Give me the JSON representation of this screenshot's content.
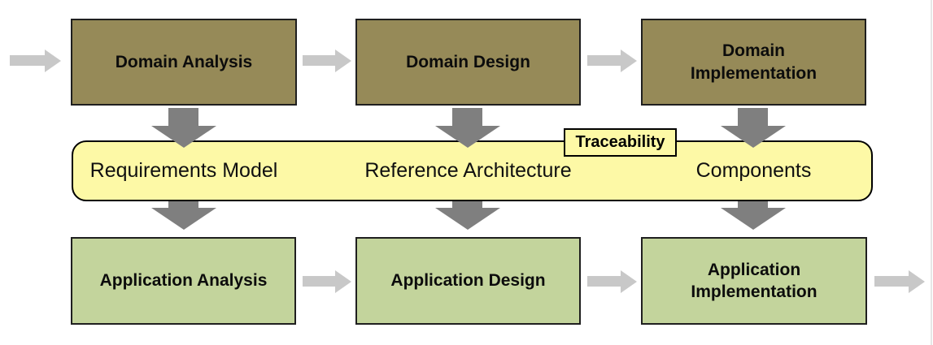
{
  "diagram": {
    "top_row": [
      {
        "label": "Domain Analysis"
      },
      {
        "label": "Domain Design"
      },
      {
        "label": "Domain Implementation"
      }
    ],
    "band": {
      "artifacts": [
        "Requirements Model",
        "Reference Architecture",
        "Components"
      ],
      "tag": "Traceability"
    },
    "bottom_row": [
      {
        "label": "Application Analysis"
      },
      {
        "label": "Application Design"
      },
      {
        "label": "Application Implementation"
      }
    ],
    "colors": {
      "domain_box": "#968a58",
      "application_box": "#c3d49c",
      "band_fill": "#fdf9a6",
      "box_border": "#1f1f1f",
      "arrow_horizontal": "#c8c8c8",
      "arrow_vertical": "#7f7f7f"
    }
  }
}
